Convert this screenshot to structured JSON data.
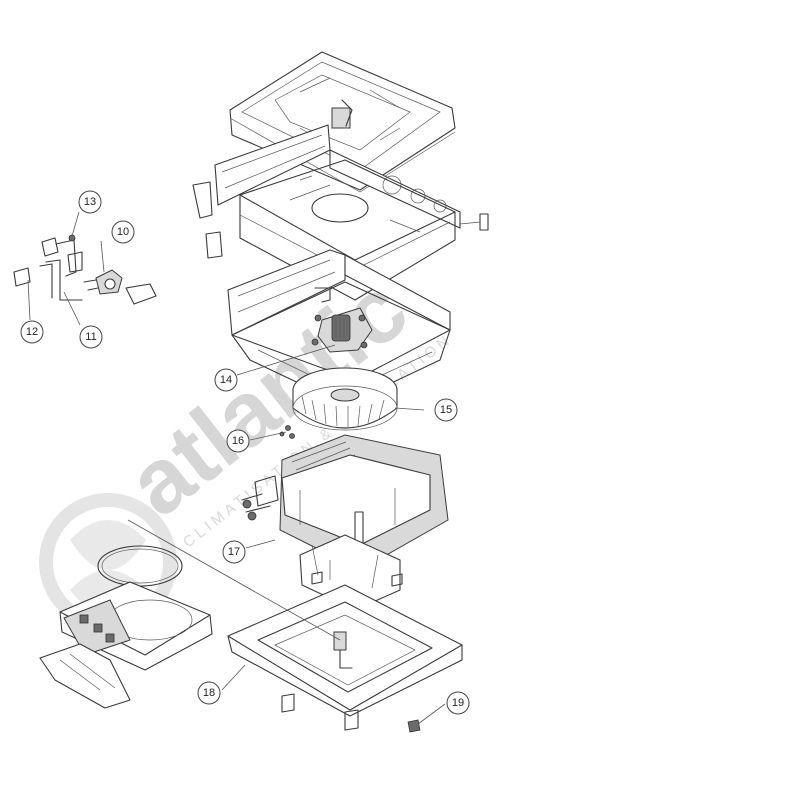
{
  "watermark": {
    "brand": "atlantic",
    "tagline": "CLIMATISATION & VENTILATION"
  },
  "callouts": [
    {
      "id": "c10",
      "label": "10"
    },
    {
      "id": "c11",
      "label": "11"
    },
    {
      "id": "c12",
      "label": "12"
    },
    {
      "id": "c13",
      "label": "13"
    },
    {
      "id": "c14",
      "label": "14"
    },
    {
      "id": "c15",
      "label": "15"
    },
    {
      "id": "c16",
      "label": "16"
    },
    {
      "id": "c17",
      "label": "17"
    },
    {
      "id": "c18",
      "label": "18"
    },
    {
      "id": "c19",
      "label": "19"
    }
  ],
  "colors": {
    "line": "#3a3a3a",
    "watermark": "#d6d6d6",
    "background": "#ffffff"
  }
}
